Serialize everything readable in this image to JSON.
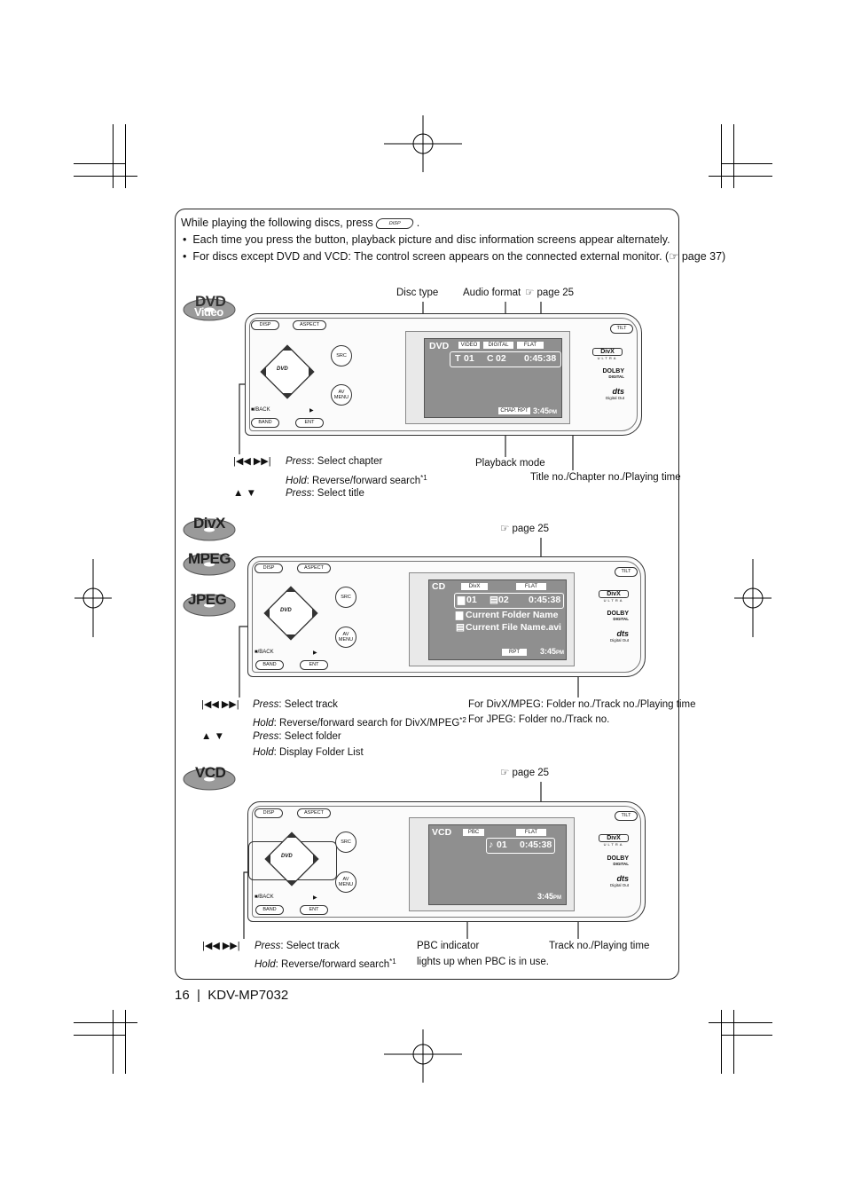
{
  "intro": {
    "line1_prefix": "While playing the following discs, press",
    "disp_button": "DISP",
    "line1_suffix": ".",
    "bullet1": "Each time you press the button, playback picture and disc information screens appear alternately.",
    "bullet2": "For discs except DVD and VCD: The control screen appears on the connected external monitor. (☞ page 37)"
  },
  "unit_buttons": {
    "disp": "DISP",
    "aspect": "ASPECT",
    "tilt": "TILT",
    "src": "SRC",
    "av_menu_1": "AV",
    "av_menu_2": "MENU",
    "back": "■/BACK",
    "play": "▶",
    "band": "BAND",
    "ent": "ENT",
    "dvd_logo": "DVD",
    "dvd_video": "VIDEO",
    "divx_logo": "DivX",
    "ultra": "ULTRA",
    "dolby": "DOLBY",
    "digital": "DIGITAL",
    "dts": "dts",
    "digital_out": "Digital Out"
  },
  "dvd_section": {
    "disc_label": "DVD",
    "disc_sublabel": "Video",
    "callout_disc_type": "Disc type",
    "callout_audio_format": "Audio format",
    "callout_page": "☞ page 25",
    "callout_playback_mode": "Playback mode",
    "callout_title_chapter_time": "Title no./Chapter no./Playing time",
    "screen": {
      "source": "DVD",
      "tag_video": "VIDEO",
      "tag_digital": "DIGITAL",
      "tag_flat": "FLAT",
      "title_icon": "T",
      "title_no": "01",
      "chap_icon": "C",
      "chap_no": "02",
      "time": "0:45:38",
      "tag_rpt": "CHAP. RPT",
      "clock": "3:45",
      "clock_pm": "PM"
    },
    "controls": [
      {
        "keys": "|◀◀ ▶▶|",
        "line1_label": "Press",
        "line1_text": ": Select chapter",
        "line2_label": "Hold",
        "line2_text": ": Reverse/forward search",
        "line2_sup": "*1"
      },
      {
        "keys": "▲ ▼",
        "line1_label": "Press",
        "line1_text": ": Select title"
      }
    ]
  },
  "divx_section": {
    "disc_labels": [
      "DivX",
      "MPEG",
      "JPEG"
    ],
    "callout_page": "☞ page 25",
    "callout_info_1": "For DivX/MPEG: Folder no./Track no./Playing time",
    "callout_info_2": "For JPEG: Folder no./Track no.",
    "screen": {
      "source": "CD",
      "tag_divx": "DivX",
      "tag_flat": "FLAT",
      "folder_no": "01",
      "track_no": "02",
      "time": "0:45:38",
      "folder_name": "Current Folder Name",
      "file_name": "Current File Name.avi",
      "tag_rpt": "RPT",
      "clock": "3:45",
      "clock_pm": "PM"
    },
    "controls": [
      {
        "keys": "|◀◀ ▶▶|",
        "line1_label": "Press",
        "line1_text": ": Select track",
        "line2_label": "Hold",
        "line2_text": ": Reverse/forward search for DivX/MPEG",
        "line2_sup": "*2"
      },
      {
        "keys": "▲ ▼",
        "line1_label": "Press",
        "line1_text": ": Select folder",
        "line2_label": "Hold",
        "line2_text": ": Display Folder List"
      }
    ]
  },
  "vcd_section": {
    "disc_label": "VCD",
    "callout_page": "☞ page 25",
    "callout_pbc_1": "PBC indicator",
    "callout_pbc_2": "lights up when PBC is in use.",
    "callout_track_time": "Track no./Playing time",
    "screen": {
      "source": "VCD",
      "tag_pbc": "PBC",
      "tag_flat": "FLAT",
      "track_icon": "♪",
      "track_no": "01",
      "time": "0:45:38",
      "clock": "3:45",
      "clock_pm": "PM"
    },
    "controls": [
      {
        "keys": "|◀◀ ▶▶|",
        "line1_label": "Press",
        "line1_text": ": Select track",
        "line2_label": "Hold",
        "line2_text": ": Reverse/forward search",
        "line2_sup": "*1"
      }
    ]
  },
  "footer": {
    "page_no": "16",
    "separator": "|",
    "model": "KDV-MP7032"
  }
}
